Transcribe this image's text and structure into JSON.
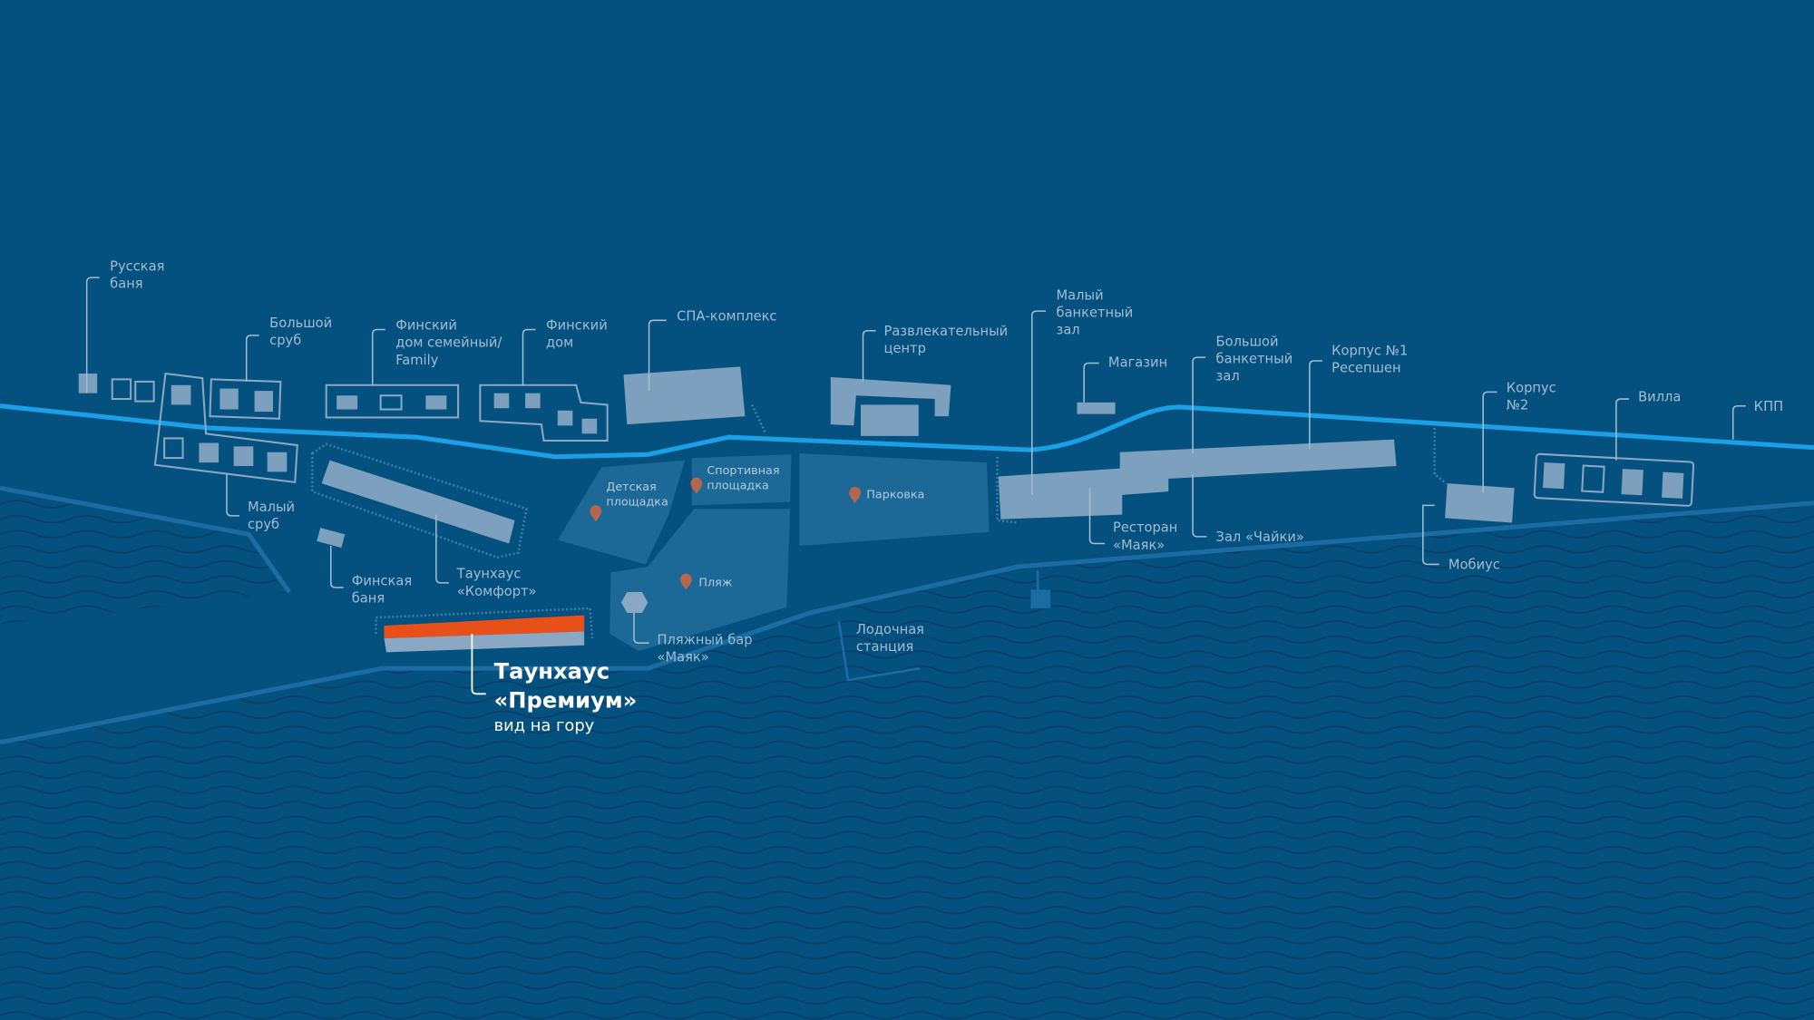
{
  "colors": {
    "background": "#04507e",
    "road": "#1aa0e6",
    "shore": "#1b6ca3",
    "building": "#8aa8c4",
    "zone": "#1c6998",
    "highlight": "#e8501a",
    "pin": "#b5664f"
  },
  "labels": {
    "russkaya_banya": [
      "Русская",
      "баня"
    ],
    "bolshoy_srub": [
      "Большой",
      "сруб"
    ],
    "finsky_family": [
      "Финский",
      "дом семейный/",
      "Family"
    ],
    "finsky_dom": [
      "Финский",
      "дом"
    ],
    "spa": [
      "СПА-комплекс"
    ],
    "razvlek": [
      "Развлекательный",
      "центр"
    ],
    "maly_banket": [
      "Малый",
      "банкетный",
      "зал"
    ],
    "magazin": [
      "Магазин"
    ],
    "bolshoy_banket": [
      "Большой",
      "банкетный",
      "зал"
    ],
    "korpus1": [
      "Корпус №1",
      "Ресепшен"
    ],
    "korpus2": [
      "Корпус",
      "№2"
    ],
    "villa": [
      "Вилла"
    ],
    "kpp": [
      "КПП"
    ],
    "maly_srub": [
      "Малый",
      "сруб"
    ],
    "finskaya_banya": [
      "Финская",
      "баня"
    ],
    "komfort": [
      "Таунхаус",
      "«Комфорт»"
    ],
    "restoran": [
      "Ресторан",
      "«Маяк»"
    ],
    "zal_chayki": [
      "Зал «Чайки»"
    ],
    "mobius": [
      "Мобиус"
    ],
    "lodochnaya": [
      "Лодочная",
      "станция"
    ],
    "plyazh_bar": [
      "Пляжный бар",
      "«Маяк»"
    ]
  },
  "zones": {
    "detskaya": [
      "Детская",
      "площадка"
    ],
    "sportivnaya": [
      "Спортивная",
      "площадка"
    ],
    "parkovka": "Парковка",
    "plyazh": "Пляж"
  },
  "highlight": {
    "title_line1": "Таунхаус",
    "title_line2": "«Премиум»",
    "subtitle": "вид на гору"
  }
}
